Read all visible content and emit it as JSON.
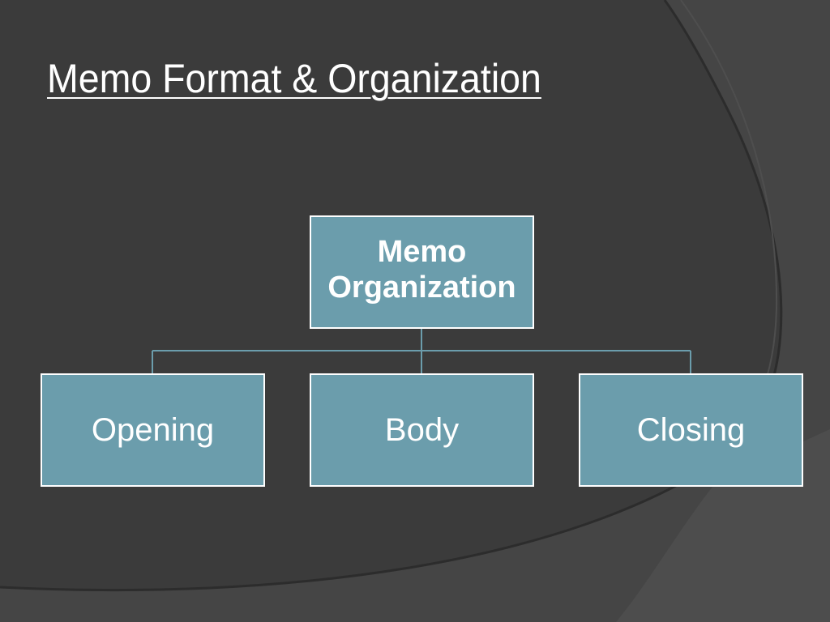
{
  "slide": {
    "title": "Memo Format & Organization"
  },
  "diagram": {
    "root": {
      "line1": "Memo",
      "line2": "Organization"
    },
    "children": [
      {
        "label": "Opening"
      },
      {
        "label": "Body"
      },
      {
        "label": "Closing"
      }
    ]
  },
  "colors": {
    "background": "#3a3a3a",
    "box_fill": "#6b9dac",
    "box_border": "#ffffff",
    "connector": "#6b9dac",
    "text": "#ffffff"
  }
}
